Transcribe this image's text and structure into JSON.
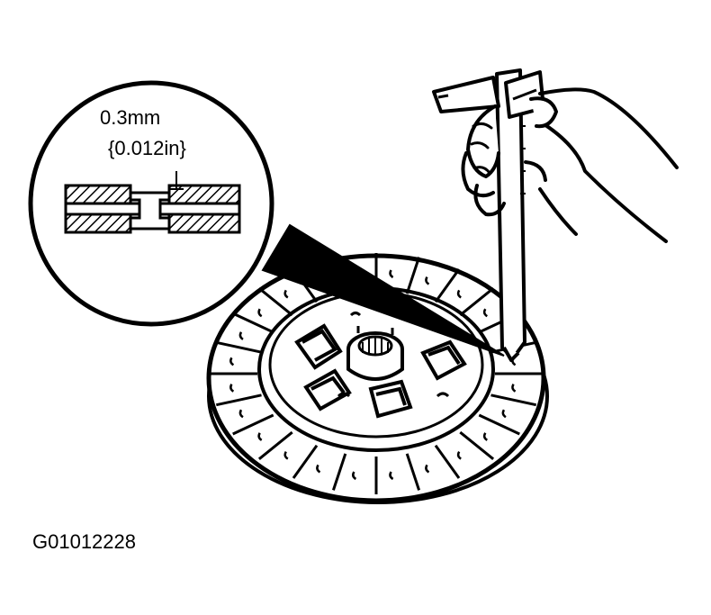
{
  "figure": {
    "callout": {
      "depth_mm": "0.3mm",
      "depth_in": "{0.012in}"
    },
    "figure_code": "G01012228"
  },
  "colors": {
    "ink": "#000000",
    "paper": "#ffffff"
  }
}
